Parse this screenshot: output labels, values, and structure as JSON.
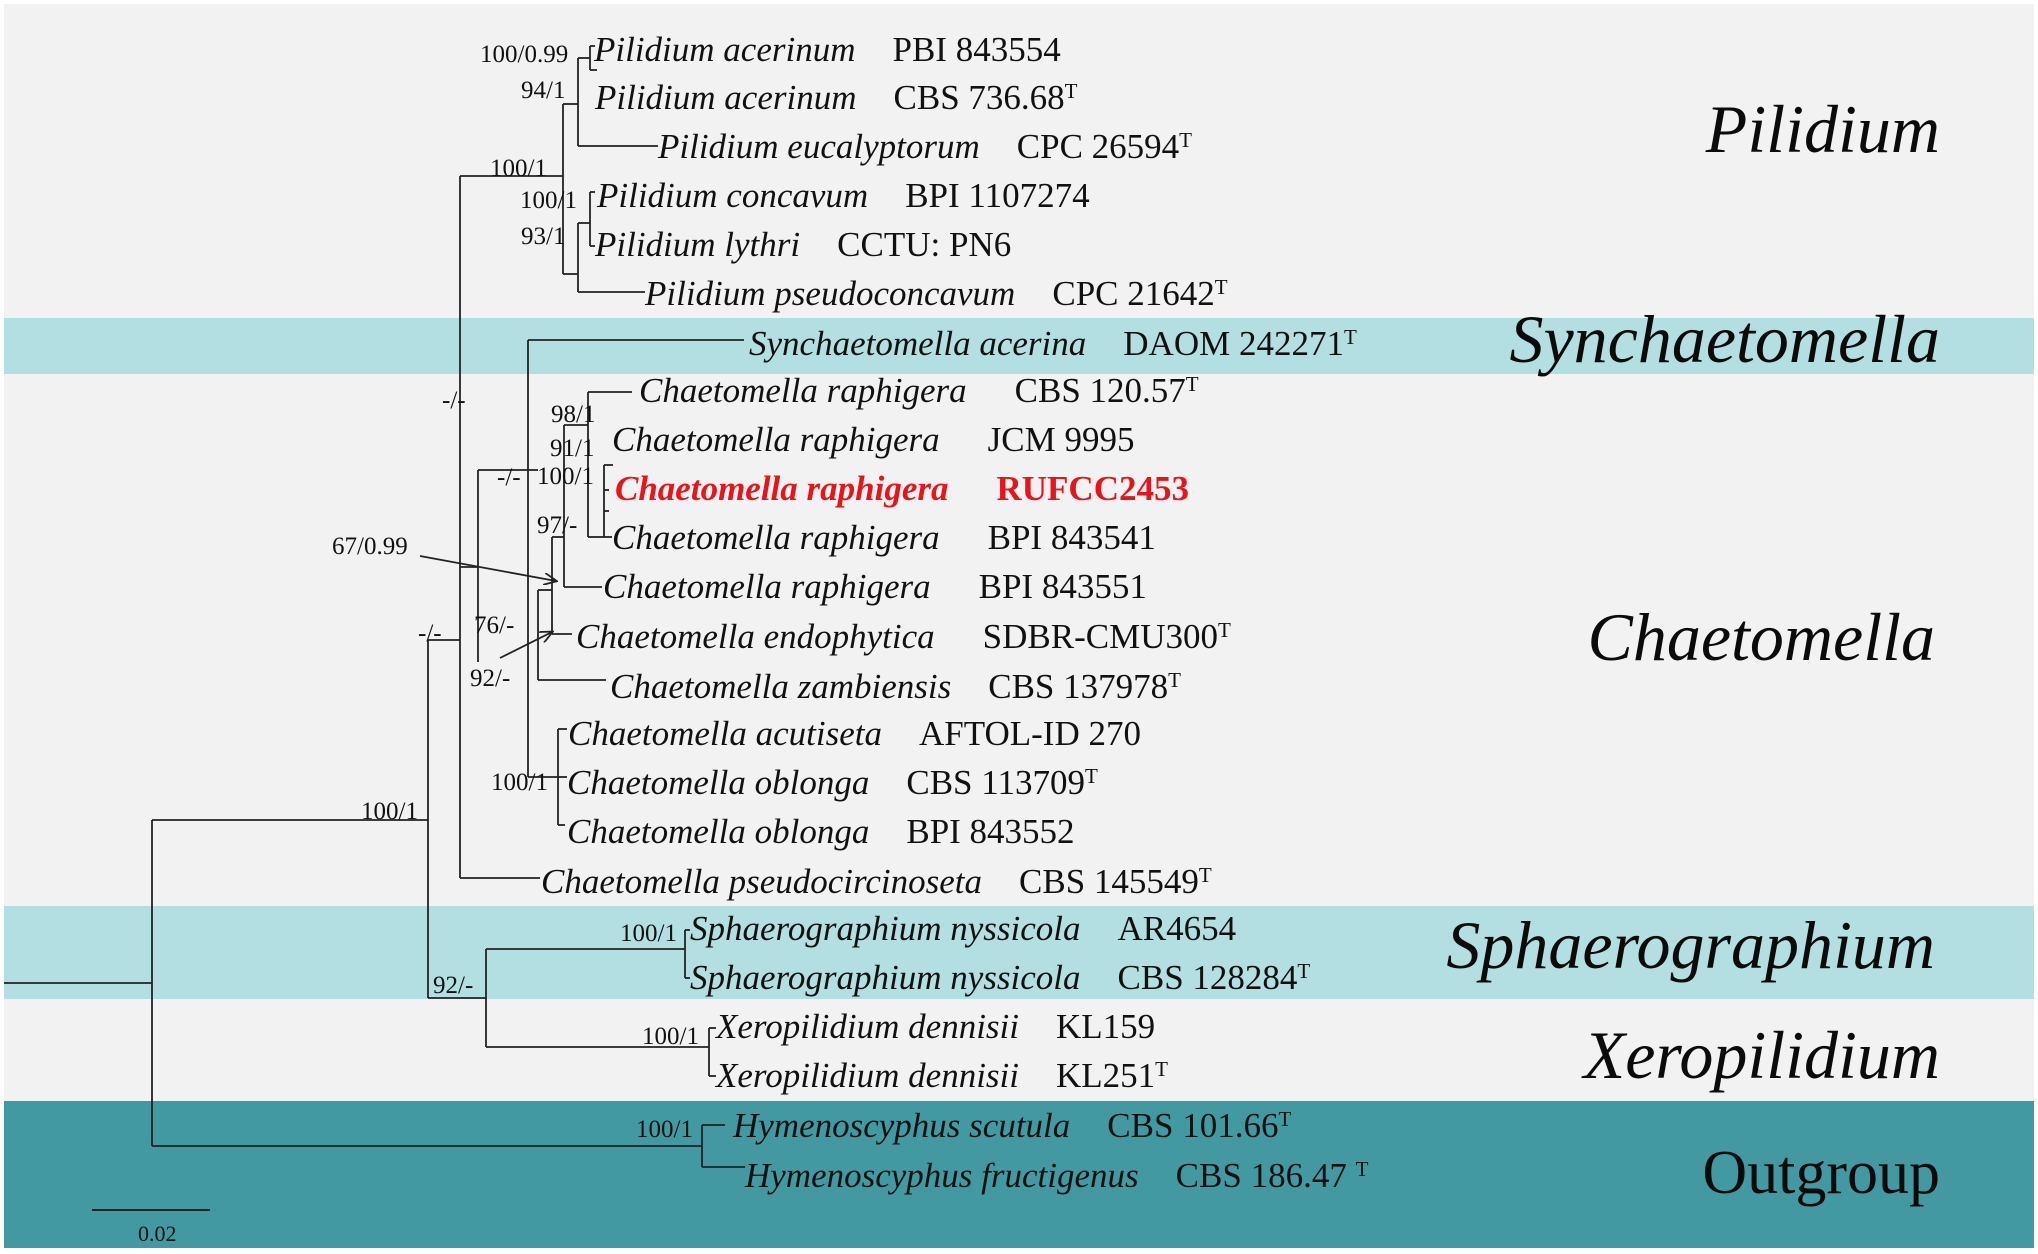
{
  "colors": {
    "panel_light": "#f2f2f2",
    "band_light_teal": "#b3dfe2",
    "band_dark_teal": "#4399a1",
    "branch": "#222222",
    "highlight": "#e8141b"
  },
  "taxa": [
    {
      "genus": "Pilidium",
      "epithet": "acerinum",
      "strain": "PBI 843554",
      "type": false
    },
    {
      "genus": "Pilidium",
      "epithet": "acerinum",
      "strain": "CBS 736.68",
      "type": true
    },
    {
      "genus": "Pilidium",
      "epithet": "eucalyptorum",
      "strain": "CPC 26594",
      "type": true
    },
    {
      "genus": "Pilidium",
      "epithet": "concavum",
      "strain": "BPI 1107274",
      "type": false
    },
    {
      "genus": "Pilidium",
      "epithet": "lythri",
      "strain": "CCTU: PN6",
      "type": false
    },
    {
      "genus": "Pilidium",
      "epithet": "pseudoconcavum",
      "strain": "CPC 21642",
      "type": true
    },
    {
      "genus": "Synchaetomella",
      "epithet": "acerina",
      "strain": "DAOM 242271",
      "type": true
    },
    {
      "genus": "Chaetomella",
      "epithet": "raphigera",
      "strain": "CBS 120.57",
      "type": true
    },
    {
      "genus": "Chaetomella",
      "epithet": "raphigera",
      "strain": "JCM 9995",
      "type": false
    },
    {
      "genus": "Chaetomella",
      "epithet": "raphigera",
      "strain": "RUFCC2453",
      "type": false,
      "highlight": true
    },
    {
      "genus": "Chaetomella",
      "epithet": "raphigera",
      "strain": "BPI 843541",
      "type": false
    },
    {
      "genus": "Chaetomella",
      "epithet": "raphigera",
      "strain": "BPI 843551",
      "type": false
    },
    {
      "genus": "Chaetomella",
      "epithet": "endophytica",
      "strain": "SDBR-CMU300",
      "type": true
    },
    {
      "genus": "Chaetomella",
      "epithet": "zambiensis",
      "strain": "CBS 137978",
      "type": true
    },
    {
      "genus": "Chaetomella",
      "epithet": "acutiseta",
      "strain": "AFTOL-ID 270",
      "type": false
    },
    {
      "genus": "Chaetomella",
      "epithet": "oblonga",
      "strain": "CBS 113709",
      "type": true
    },
    {
      "genus": "Chaetomella",
      "epithet": "oblonga",
      "strain": "BPI 843552",
      "type": false
    },
    {
      "genus": "Chaetomella",
      "epithet": "pseudocircinoseta",
      "strain": "CBS 145549",
      "type": true
    },
    {
      "genus": "Sphaerographium",
      "epithet": "nyssicola",
      "strain": "AR4654",
      "type": false
    },
    {
      "genus": "Sphaerographium",
      "epithet": "nyssicola",
      "strain": "CBS 128284",
      "type": true
    },
    {
      "genus": "Xeropilidium",
      "epithet": "dennisii",
      "strain": "KL159",
      "type": false
    },
    {
      "genus": "Xeropilidium",
      "epithet": "dennisii",
      "strain": "KL251",
      "type": true
    },
    {
      "genus": "Hymenoscyphus",
      "epithet": "scutula",
      "strain": "CBS 101.66",
      "type": true
    },
    {
      "genus": "Hymenoscyphus",
      "epithet": "fructigenus",
      "strain": "CBS 186.47 ",
      "type": true
    }
  ],
  "type_marker": "T",
  "support_values": [
    "100/0.99",
    "94/1",
    "100/1",
    "100/1",
    "93/1",
    "-/-",
    "98/1",
    "91/1",
    "100/1",
    "-/-",
    "97/-",
    "67/0.99",
    "-/-",
    "76/-",
    "92/-",
    "100/1",
    "100/1",
    "100/1",
    "92/-",
    "100/1",
    "100/1"
  ],
  "clade_labels": [
    "Pilidium",
    "Synchaetomella",
    "Chaetomella",
    "Sphaerographium",
    "Xeropilidium",
    "Outgroup"
  ],
  "scale_bar_label": "0.02"
}
